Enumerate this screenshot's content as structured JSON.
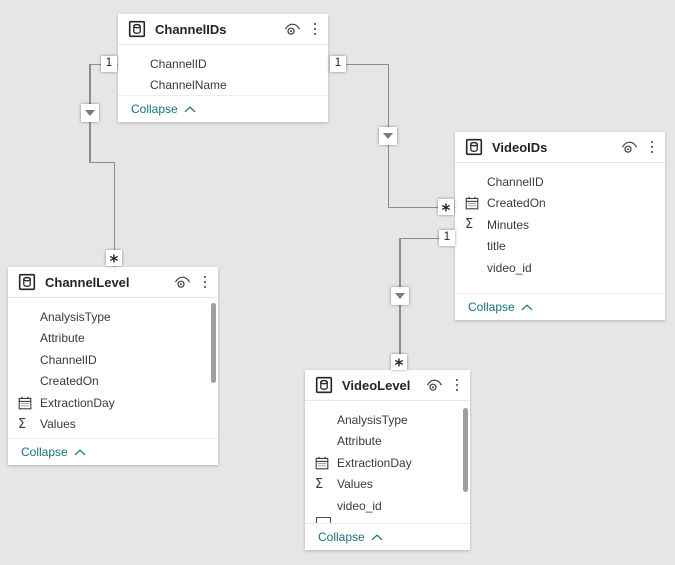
{
  "view": {
    "name": "Power BI model view canvas",
    "background_color": "#e6e6e6",
    "line_color": "#8c8c8c",
    "accent_collapse_color": "#17717d"
  },
  "icons": {
    "table": "table-icon (square outline with cylinder)",
    "eye": "eye-icon (visibility toggle)",
    "kebab": "more-options-icon (vertical ellipsis)",
    "calendar": "calendar-icon (date field)",
    "sigma": "Σ",
    "collapse_chevron": "chevron-up-icon",
    "direction_arrow": "arrow-down-icon"
  },
  "tables": [
    {
      "title": "ChannelIDs",
      "collapse_label": "Collapse",
      "fields": [
        {
          "name": "ChannelID",
          "icon": "none"
        },
        {
          "name": "ChannelName",
          "icon": "none"
        }
      ]
    },
    {
      "title": "VideoIDs",
      "collapse_label": "Collapse",
      "fields": [
        {
          "name": "ChannelID",
          "icon": "none"
        },
        {
          "name": "CreatedOn",
          "icon": "calendar"
        },
        {
          "name": "Minutes",
          "icon": "sigma"
        },
        {
          "name": "title",
          "icon": "none"
        },
        {
          "name": "video_id",
          "icon": "none"
        }
      ]
    },
    {
      "title": "ChannelLevel",
      "collapse_label": "Collapse",
      "has_scrollbar": true,
      "fields": [
        {
          "name": "AnalysisType",
          "icon": "none"
        },
        {
          "name": "Attribute",
          "icon": "none"
        },
        {
          "name": "ChannelID",
          "icon": "none"
        },
        {
          "name": "CreatedOn",
          "icon": "none"
        },
        {
          "name": "ExtractionDay",
          "icon": "calendar"
        },
        {
          "name": "Values",
          "icon": "sigma"
        }
      ]
    },
    {
      "title": "VideoLevel",
      "collapse_label": "Collapse",
      "has_scrollbar": true,
      "fields": [
        {
          "name": "AnalysisType",
          "icon": "none"
        },
        {
          "name": "Attribute",
          "icon": "none"
        },
        {
          "name": "ExtractionDay",
          "icon": "calendar"
        },
        {
          "name": "Values",
          "icon": "sigma"
        },
        {
          "name": "video_id",
          "icon": "none"
        }
      ]
    }
  ],
  "relationships": [
    {
      "from": "ChannelIDs",
      "to": "ChannelLevel",
      "one": "1",
      "many": "*",
      "direction": "down"
    },
    {
      "from": "ChannelIDs",
      "to": "VideoIDs",
      "one": "1",
      "many": "*",
      "direction": "down"
    },
    {
      "from": "VideoIDs",
      "to": "VideoLevel",
      "one": "1",
      "many": "*",
      "direction": "down"
    }
  ],
  "sigma_glyph": "Σ"
}
